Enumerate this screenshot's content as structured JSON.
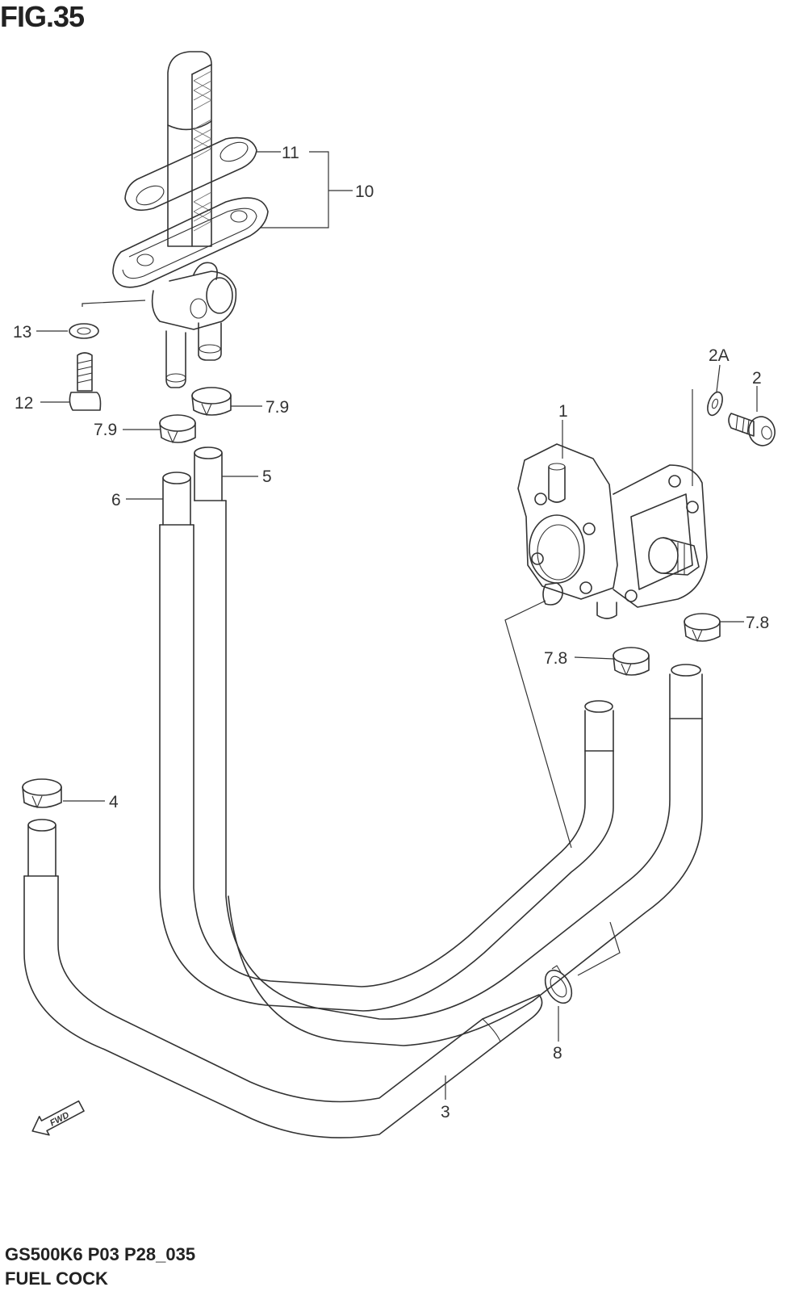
{
  "figure": {
    "title": "FIG.35",
    "model_code": "GS500K6 P03 P28_035",
    "part_name": "FUEL COCK"
  },
  "callouts": {
    "c1": "1",
    "c2": "2",
    "c2A": "2A",
    "c3": "3",
    "c4": "4",
    "c5": "5",
    "c6": "6",
    "c7_8a": "7.8",
    "c7_8b": "7.8",
    "c7_9a": "7.9",
    "c7_9b": "7.9",
    "c8": "8",
    "c10": "10",
    "c11": "11",
    "c12": "12",
    "c13": "13"
  },
  "fwd_label": "FWD"
}
